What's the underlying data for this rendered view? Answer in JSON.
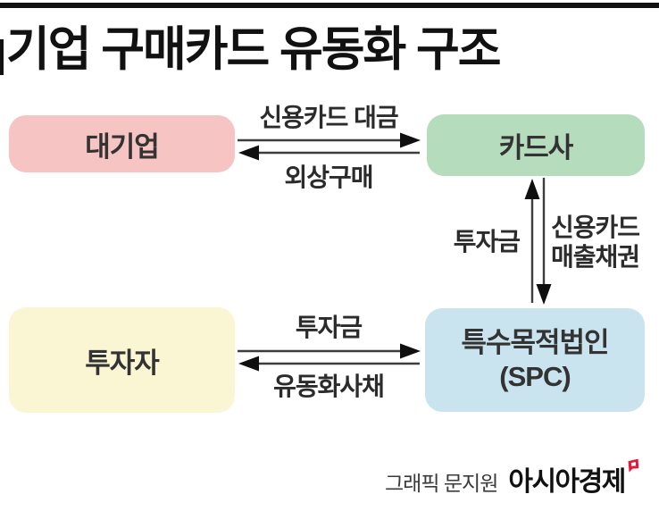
{
  "title": "기업 구매카드 유동화 구조",
  "diagram": {
    "nodes": [
      {
        "id": "large-company",
        "label": "대기업",
        "fill": "#f6c4c2"
      },
      {
        "id": "card-company",
        "label": "카드사",
        "fill": "#b5dcbd"
      },
      {
        "id": "investor",
        "label": "투자자",
        "fill": "#faf5d3"
      },
      {
        "id": "spc",
        "label": "특수목적법인",
        "sublabel": "(SPC)",
        "fill": "#c9e4ee"
      }
    ],
    "flows": [
      {
        "from": "대기업",
        "to": "카드사",
        "direction": "right",
        "label": "신용카드 대금"
      },
      {
        "from": "카드사",
        "to": "대기업",
        "direction": "left",
        "label": "외상구매"
      },
      {
        "from": "특수목적법인 (SPC)",
        "to": "카드사",
        "direction": "up",
        "label": "투자금"
      },
      {
        "from": "카드사",
        "to": "특수목적법인 (SPC)",
        "direction": "down",
        "label": "신용카드 매출채권",
        "label_line1": "신용카드",
        "label_line2": "매출채권"
      },
      {
        "from": "투자자",
        "to": "특수목적법인 (SPC)",
        "direction": "right",
        "label": "투자금"
      },
      {
        "from": "특수목적법인 (SPC)",
        "to": "투자자",
        "direction": "left",
        "label": "유동화사채"
      }
    ]
  },
  "footer": {
    "credit": "그래픽 문지원",
    "brand": "아시아경제",
    "brand_color": "#e11a3c"
  }
}
